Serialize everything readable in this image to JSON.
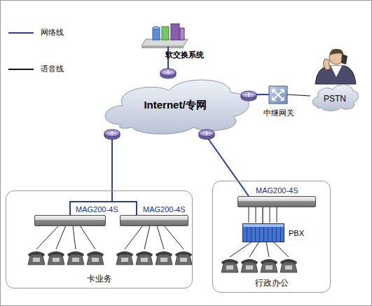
{
  "diagram": {
    "nodes": [
      {
        "text": [
          "软交换系统"
        ]
      },
      {
        "text": [
          "Internet/专网"
        ]
      },
      {
        "text": [
          "中继网关"
        ]
      },
      {
        "text": [
          "PSTN"
        ]
      },
      {
        "text": [
          "卡业务"
        ]
      },
      {
        "text": [
          "MAG200-4S"
        ],
        "in": 4
      },
      {
        "text": [
          "MAG200-4S"
        ],
        "in": 4
      },
      {
        "text": [
          "行政办公"
        ]
      },
      {
        "text": [
          "MAG200-4S"
        ],
        "in": 7
      },
      {
        "text": [
          "PBX"
        ],
        "in": 7
      }
    ],
    "edges": [
      {
        "from": 0,
        "to": 1,
        "arrow": "none"
      },
      {
        "from": 1,
        "to": 2,
        "arrow": "none"
      },
      {
        "from": 2,
        "to": 3,
        "arrow": "none"
      },
      {
        "from": 1,
        "to": 5,
        "arrow": "none"
      },
      {
        "from": 1,
        "to": 6,
        "arrow": "none"
      },
      {
        "from": 1,
        "to": 8,
        "arrow": "none"
      },
      {
        "from": 8,
        "to": 9,
        "arrow": "none"
      }
    ],
    "legend": [
      {
        "text": "网络线"
      },
      {
        "text": "语音线"
      }
    ]
  }
}
